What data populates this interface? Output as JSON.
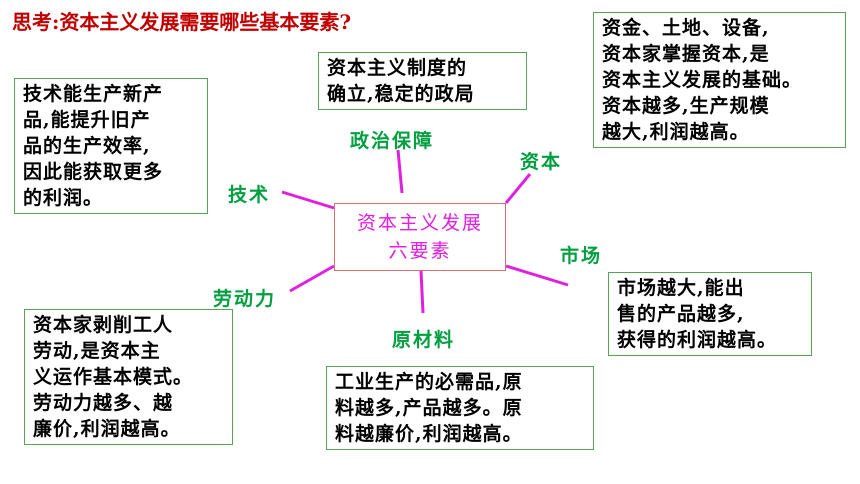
{
  "title": "思考:资本主义发展需要哪些基本要素?",
  "center": {
    "line1": "资本主义发展",
    "line2": "六要素"
  },
  "branches": {
    "politics": "政治保障",
    "capital": "资本",
    "market": "市场",
    "materials": "原材料",
    "labor": "劳动力",
    "tech": "技术"
  },
  "boxes": {
    "politics": [
      "资本主义制度的",
      "确立,稳定的政局"
    ],
    "capital": [
      "资金、土地、设备,",
      "资本家掌握资本,是",
      "资本主义发展的基础。",
      "资本越多,生产规模",
      "越大,利润越高。"
    ],
    "market": [
      "市场越大,能出",
      "售的产品越多,",
      "获得的利润越高。"
    ],
    "materials": [
      "工业生产的必需品,原",
      "料越多,产品越多。原",
      "料越廉价,利润越高。"
    ],
    "labor": [
      "资本家剥削工人",
      "劳动,是资本主",
      "义运作基本模式。",
      "劳动力越多、越",
      "廉价,利润越高。"
    ],
    "tech": [
      "技术能生产新产",
      "品,能提升旧产",
      "品的生产效率,",
      "因此能获取更多",
      "的利润。"
    ]
  },
  "colors": {
    "title": "#c00000",
    "label": "#00a040",
    "center_text": "#e020e0",
    "connector": "#e020e0",
    "box_border": "#5aa05a"
  }
}
